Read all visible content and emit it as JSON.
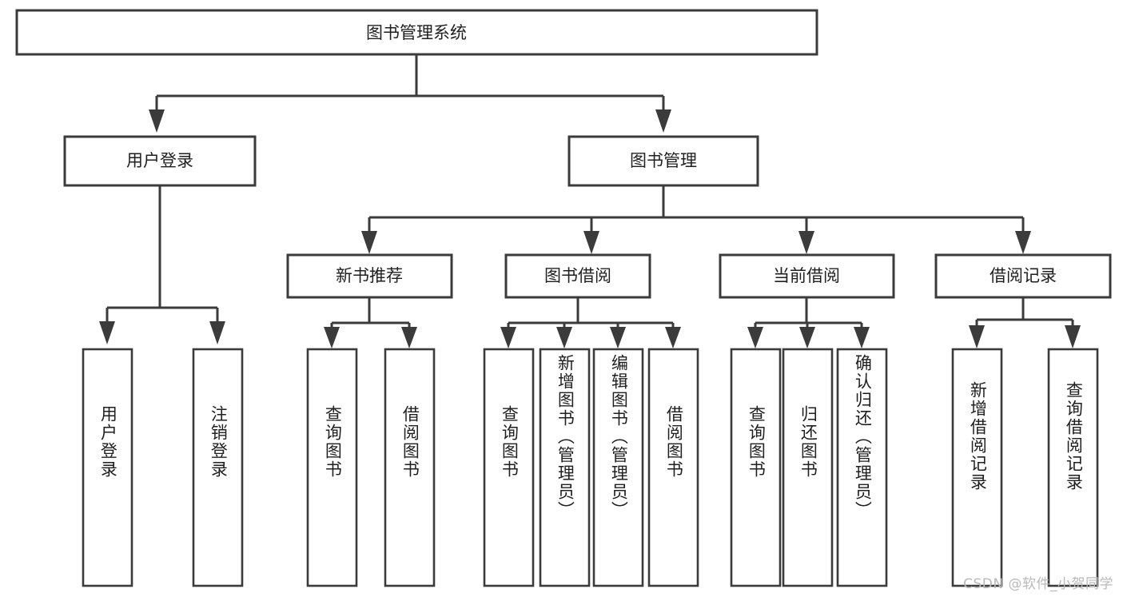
{
  "diagram": {
    "type": "tree-hierarchy",
    "title": "图书管理系统",
    "orientation": "top-down",
    "colors": {
      "box_stroke": "#3b3b3b",
      "box_fill": "#ffffff",
      "connector": "#3b3b3b",
      "text": "#1f1f1f",
      "watermark": "#b9b9b9",
      "background": "#ffffff"
    },
    "root": {
      "label": "图书管理系统"
    },
    "level2": [
      {
        "label": "用户登录"
      },
      {
        "label": "图书管理"
      }
    ],
    "level3": [
      {
        "label": "新书推荐"
      },
      {
        "label": "图书借阅"
      },
      {
        "label": "当前借阅"
      },
      {
        "label": "借阅记录"
      }
    ],
    "leaves": {
      "user_login": [
        {
          "label": "用户登录"
        },
        {
          "label": "注销登录"
        }
      ],
      "new_book_recommend": [
        {
          "label": "查询图书"
        },
        {
          "label": "借阅图书"
        }
      ],
      "book_borrow": [
        {
          "label": "查询图书"
        },
        {
          "label": "新增图书（管理员）"
        },
        {
          "label": "编辑图书（管理员）"
        },
        {
          "label": "借阅图书"
        }
      ],
      "current_borrow": [
        {
          "label": "查询图书"
        },
        {
          "label": "归还图书"
        },
        {
          "label": "确认归还（管理员）"
        }
      ],
      "borrow_record": [
        {
          "label": "新增借阅记录"
        },
        {
          "label": "查询借阅记录"
        }
      ]
    },
    "watermark": "CSDN @软件_小贺同学"
  }
}
